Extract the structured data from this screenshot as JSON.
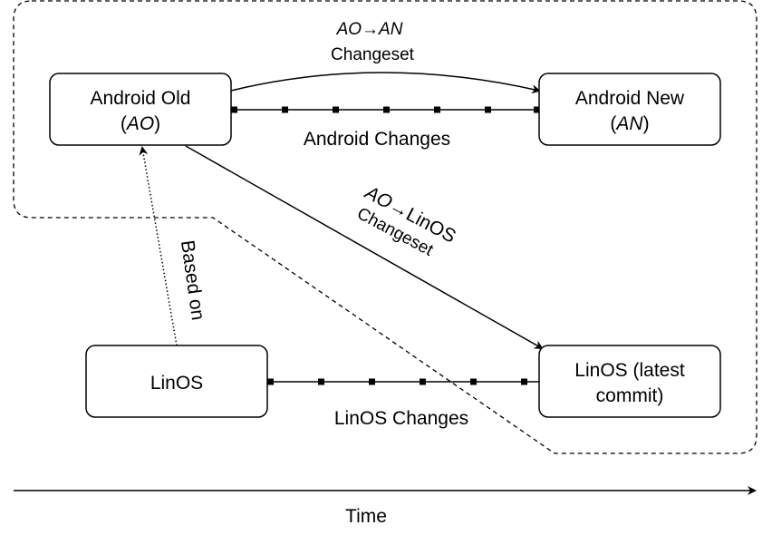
{
  "nodes": {
    "android_old": {
      "line1": "Android Old",
      "line2_open": "(",
      "line2_abbr": "AO",
      "line2_close": ")"
    },
    "android_new": {
      "line1": "Android New",
      "line2_open": "(",
      "line2_abbr": "AN",
      "line2_close": ")"
    },
    "linos": {
      "label": "LinOS"
    },
    "linos_latest": {
      "line1": "LinOS (latest",
      "line2": "commit)"
    }
  },
  "edges": {
    "ao_an": {
      "line1_from": "AO",
      "line1_arrow": "→",
      "line1_to": "AN",
      "line2": "Changeset"
    },
    "ao_linos": {
      "line1_from": "AO",
      "line1_arrow": "→",
      "line1_to": "LinOS",
      "line2": "Changeset"
    },
    "based_on": {
      "label": "Based on"
    }
  },
  "timelines": {
    "android": {
      "label": "Android Changes"
    },
    "linos": {
      "label": "LinOS Changes"
    }
  },
  "time_axis": {
    "label": "Time"
  },
  "colors": {
    "stroke": "#000000",
    "background": "#ffffff"
  }
}
